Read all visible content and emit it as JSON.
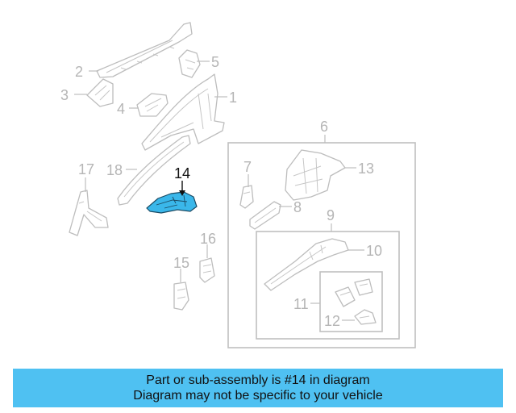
{
  "callouts": {
    "c1": "1",
    "c2": "2",
    "c3": "3",
    "c4": "4",
    "c5": "5",
    "c6": "6",
    "c7": "7",
    "c8": "8",
    "c9": "9",
    "c10": "10",
    "c11": "11",
    "c12": "12",
    "c13": "13",
    "c14": "14",
    "c15": "15",
    "c16": "16",
    "c17": "17",
    "c18": "18"
  },
  "highlight": {
    "part": "14",
    "color": "#3ab7ea"
  },
  "banner": {
    "line1": "Part or sub-assembly is #14 in diagram",
    "line2": "Diagram may not be specific to your vehicle",
    "color": "#4fc1f2"
  }
}
